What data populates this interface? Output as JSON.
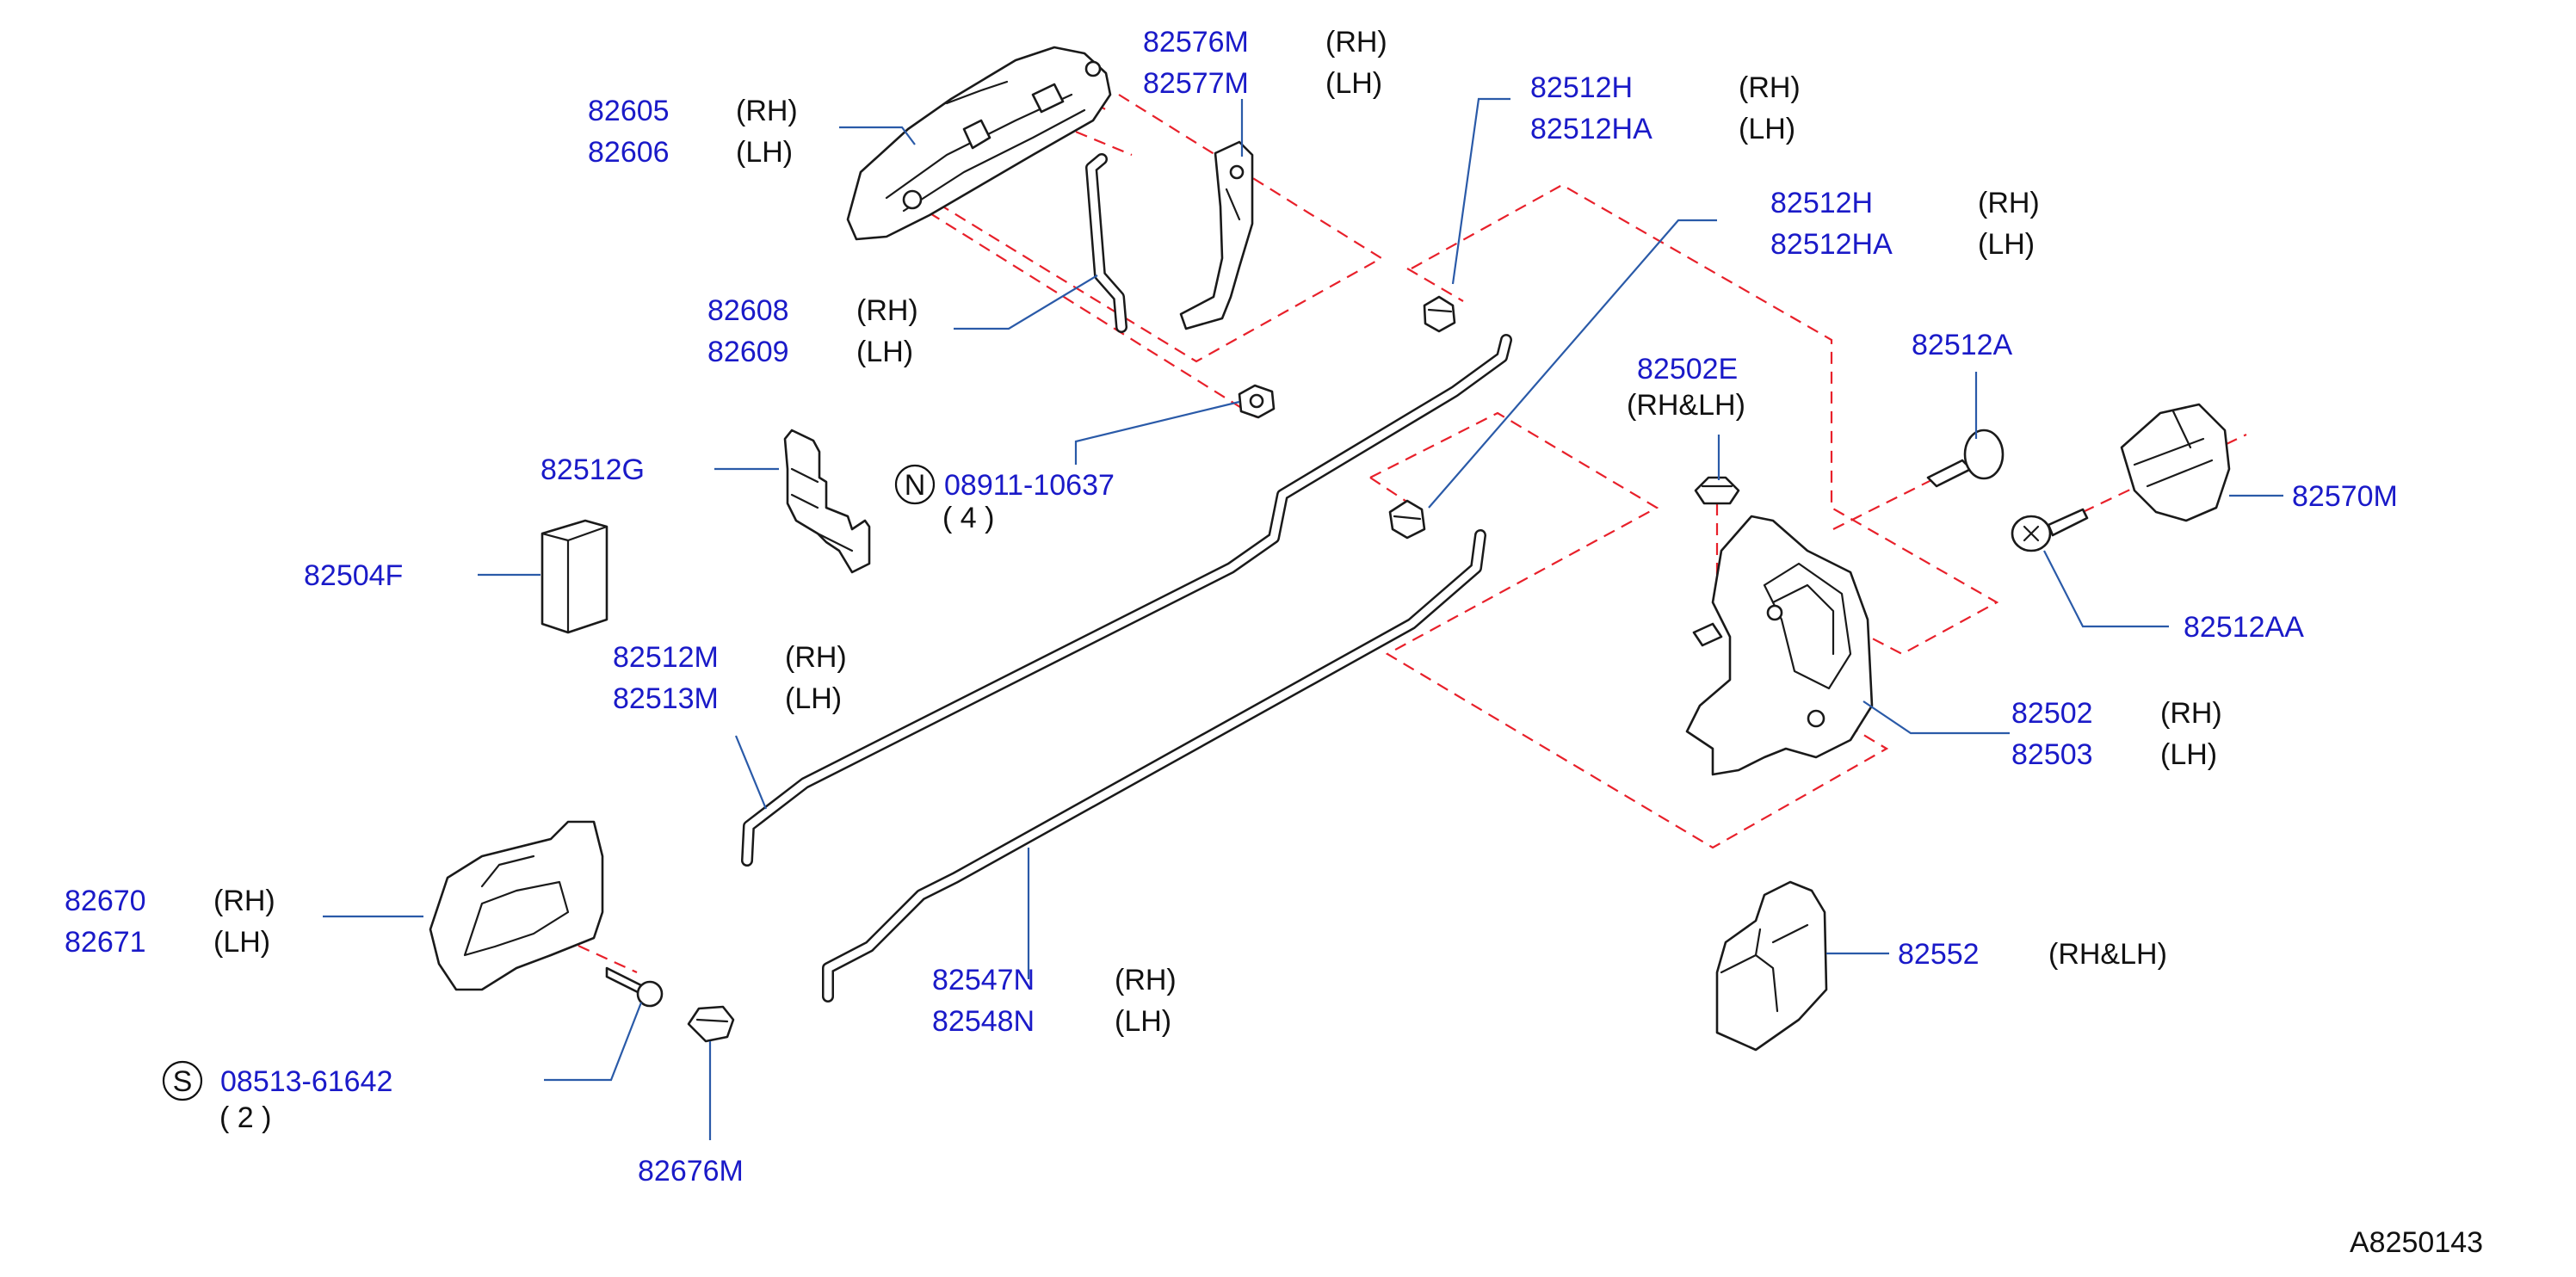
{
  "diagram_id": "A8250143",
  "callouts": [
    {
      "part": "82576M",
      "side": "(RH)"
    },
    {
      "part": "82577M",
      "side": "(LH)"
    },
    {
      "part": "82605",
      "side": "(RH)"
    },
    {
      "part": "82606",
      "side": "(LH)"
    },
    {
      "part": "82512H",
      "side": "(RH)"
    },
    {
      "part": "82512HA",
      "side": "(LH)"
    },
    {
      "part": "82512H",
      "side": "(RH)"
    },
    {
      "part": "82512HA",
      "side": "(LH)"
    },
    {
      "part": "82608",
      "side": "(RH)"
    },
    {
      "part": "82609",
      "side": "(LH)"
    },
    {
      "part": "82512A",
      "side": ""
    },
    {
      "part": "82502E",
      "side": ""
    },
    {
      "part": "",
      "side": "(RH&LH)"
    },
    {
      "part": "82512G",
      "side": ""
    },
    {
      "part": "08911-10637",
      "side": ""
    },
    {
      "part": "82570M",
      "side": ""
    },
    {
      "part": "82504F",
      "side": ""
    },
    {
      "part": "82512AA",
      "side": ""
    },
    {
      "part": "82512M",
      "side": "(RH)"
    },
    {
      "part": "82513M",
      "side": "(LH)"
    },
    {
      "part": "82502",
      "side": "(RH)"
    },
    {
      "part": "82503",
      "side": "(LH)"
    },
    {
      "part": "82670",
      "side": "(RH)"
    },
    {
      "part": "82671",
      "side": "(LH)"
    },
    {
      "part": "82552",
      "side": "(RH&LH)"
    },
    {
      "part": "82547N",
      "side": "(RH)"
    },
    {
      "part": "82548N",
      "side": "(LH)"
    },
    {
      "part": "08513-61642",
      "side": ""
    },
    {
      "part": "82676M",
      "side": ""
    }
  ],
  "symbols": {
    "nut": "N",
    "screw": "S"
  },
  "quantities": {
    "nut": "( 4 )",
    "screw": "( 2 )"
  },
  "colors": {
    "part_number": "#1a1ac8",
    "leader": "#2a5aa8",
    "phantom": "#e8202a",
    "outline": "#1a1a1a"
  }
}
